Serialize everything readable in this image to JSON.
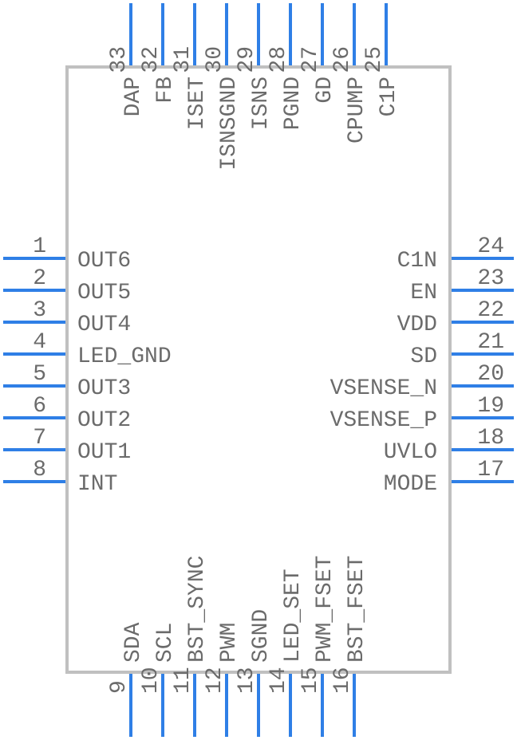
{
  "pins": {
    "left": [
      {
        "num": "1",
        "name": "OUT6"
      },
      {
        "num": "2",
        "name": "OUT5"
      },
      {
        "num": "3",
        "name": "OUT4"
      },
      {
        "num": "4",
        "name": "LED_GND"
      },
      {
        "num": "5",
        "name": "OUT3"
      },
      {
        "num": "6",
        "name": "OUT2"
      },
      {
        "num": "7",
        "name": "OUT1"
      },
      {
        "num": "8",
        "name": "INT"
      }
    ],
    "right": [
      {
        "num": "24",
        "name": "C1N"
      },
      {
        "num": "23",
        "name": "EN"
      },
      {
        "num": "22",
        "name": "VDD"
      },
      {
        "num": "21",
        "name": "SD"
      },
      {
        "num": "20",
        "name": "VSENSE_N"
      },
      {
        "num": "19",
        "name": "VSENSE_P"
      },
      {
        "num": "18",
        "name": "UVLO"
      },
      {
        "num": "17",
        "name": "MODE"
      }
    ],
    "top": [
      {
        "num": "33",
        "name": "DAP"
      },
      {
        "num": "32",
        "name": "FB"
      },
      {
        "num": "31",
        "name": "ISET"
      },
      {
        "num": "30",
        "name": "ISNSGND"
      },
      {
        "num": "29",
        "name": "ISNS"
      },
      {
        "num": "28",
        "name": "PGND"
      },
      {
        "num": "27",
        "name": "GD"
      },
      {
        "num": "26",
        "name": "CPUMP"
      },
      {
        "num": "25",
        "name": "C1P"
      }
    ],
    "bottom": [
      {
        "num": "9",
        "name": "SDA"
      },
      {
        "num": "10",
        "name": "SCL"
      },
      {
        "num": "11",
        "name": "BST_SYNC"
      },
      {
        "num": "12",
        "name": "PWM"
      },
      {
        "num": "13",
        "name": "SGND"
      },
      {
        "num": "14",
        "name": "LED_SET"
      },
      {
        "num": "15",
        "name": "PWM_FSET"
      },
      {
        "num": "16",
        "name": "BST_FSET"
      }
    ]
  },
  "colors": {
    "pin": "#2f7fe6",
    "outline": "#c0c0c0",
    "text": "#6b6b6b"
  }
}
